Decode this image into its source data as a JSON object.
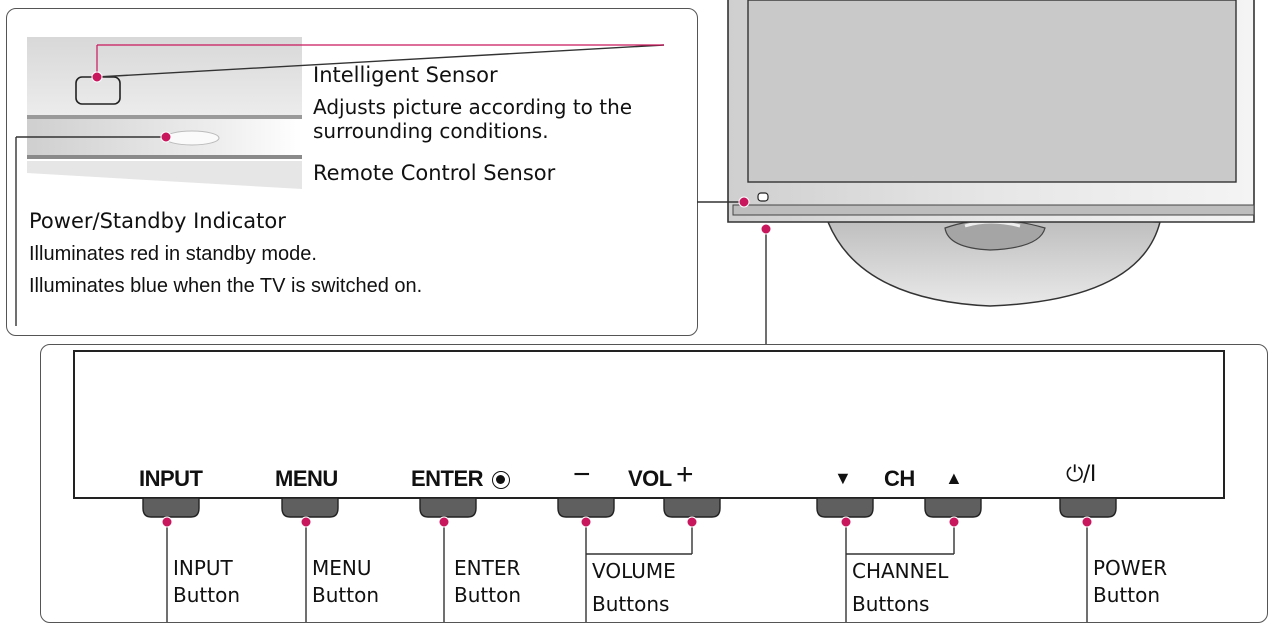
{
  "callout": {
    "intelligent_sensor": {
      "title": "Intelligent Sensor",
      "desc_line1": "Adjusts picture according to the",
      "desc_line2": "surrounding conditions."
    },
    "remote_sensor": {
      "title": "Remote Control Sensor"
    },
    "power_indicator": {
      "title": "Power/Standby Indicator",
      "desc_line1": "Illuminates red in standby mode.",
      "desc_line2": "Illuminates blue when the TV is switched on."
    }
  },
  "panel_labels": {
    "input": "INPUT",
    "menu": "MENU",
    "enter": "ENTER",
    "vol_minus": "−",
    "vol": "VOL",
    "vol_plus": "+",
    "ch_down": "▼",
    "ch": "CH",
    "ch_up": "▲",
    "power": "⏻/I"
  },
  "captions": {
    "input": [
      "INPUT",
      "Button"
    ],
    "menu": [
      "MENU",
      "Button"
    ],
    "enter": [
      "ENTER",
      "Button"
    ],
    "volume": [
      "VOLUME",
      "Buttons"
    ],
    "channel": [
      "CHANNEL",
      "Buttons"
    ],
    "power": [
      "POWER",
      "Button"
    ]
  },
  "colors": {
    "accent": "#c8175c",
    "line": "#333333",
    "button_fill": "#5f5f5f",
    "screen": "#c9c9c9",
    "bezel": "#dcdcdc"
  }
}
